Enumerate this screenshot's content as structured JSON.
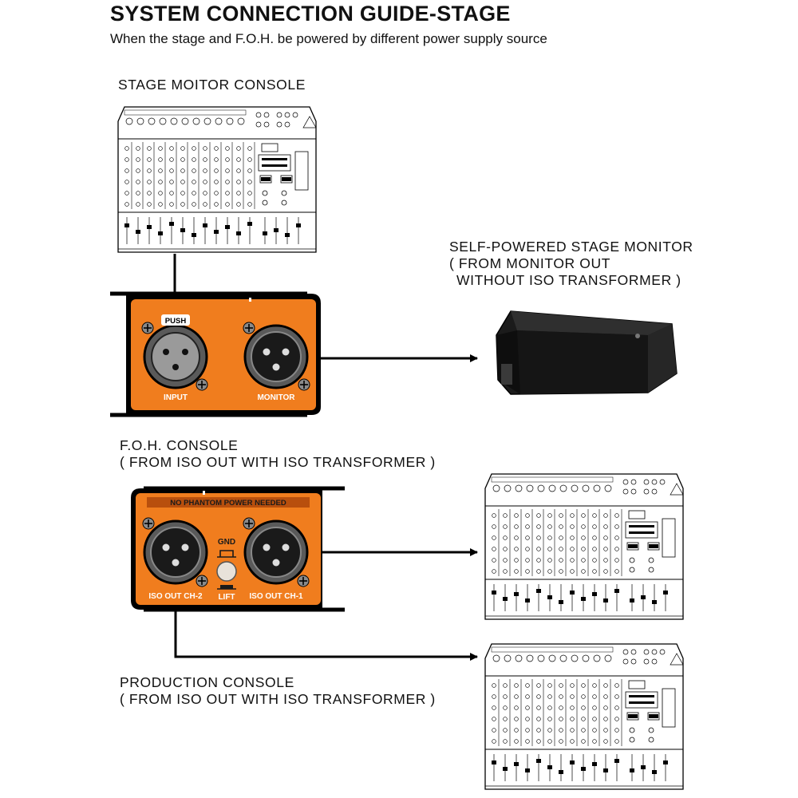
{
  "header": {
    "title": "SYSTEM CONNECTION GUIDE-STAGE",
    "subtitle": "When the stage and F.O.H. be powered by different power supply source"
  },
  "labels": {
    "stage_monitor_console": "STAGE MOITOR CONSOLE",
    "self_powered_monitor": {
      "line1": "SELF-POWERED STAGE MONITOR",
      "line2": "( FROM MONITOR OUT",
      "line3": "WITHOUT ISO TRANSFORMER )"
    },
    "foh_console": {
      "line1": "F.O.H. CONSOLE",
      "line2": "( FROM ISO OUT WITH ISO TRANSFORMER )"
    },
    "production_console": {
      "line1": "PRODUCTION CONSOLE",
      "line2": "( FROM ISO OUT WITH ISO TRANSFORMER )"
    }
  },
  "front_panel": {
    "push": "PUSH",
    "input": "INPUT",
    "monitor": "MONITOR"
  },
  "rear_panel": {
    "banner": "NO PHANTOM POWER NEEDED",
    "gnd": "GND",
    "lift": "LIFT",
    "iso_out_ch2": "ISO OUT CH-2",
    "iso_out_ch1": "ISO OUT CH-1"
  },
  "colors": {
    "panel_orange": "#f07d1e",
    "line": "#000000",
    "speaker_body": "#1b1b1b"
  },
  "icons": [
    "mixer-console-drawing",
    "xlr-female-connector",
    "xlr-male-connector",
    "stage-wedge-speaker",
    "ground-lift-switch"
  ]
}
